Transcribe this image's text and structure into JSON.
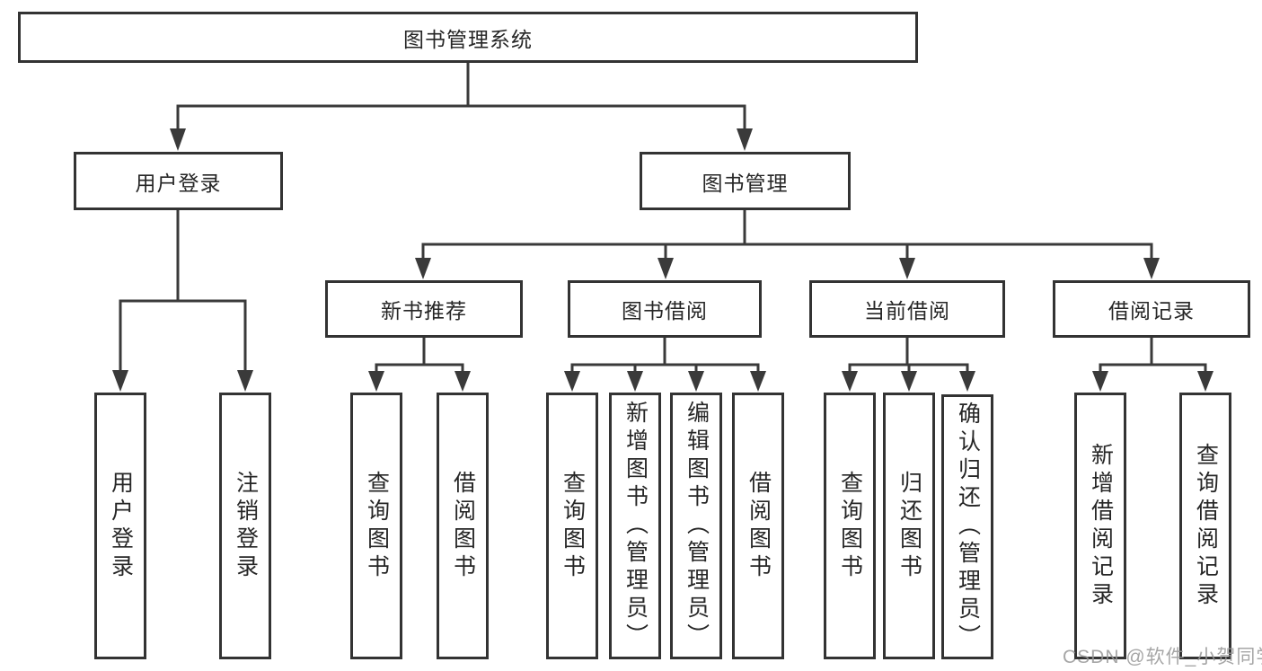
{
  "diagram": {
    "title": "图书管理系统",
    "colors": {
      "line": "#3a3a3a",
      "border": "#333333",
      "text": "#262626",
      "background": "#ffffff",
      "watermark": "#969696"
    },
    "root": {
      "label": "图书管理系统"
    },
    "branches": [
      {
        "label": "用户登录",
        "children": [
          {
            "label": "用户登录"
          },
          {
            "label": "注销登录"
          }
        ]
      },
      {
        "label": "图书管理",
        "children": [
          {
            "label": "新书推荐",
            "children": [
              {
                "label": "查询图书"
              },
              {
                "label": "借阅图书"
              }
            ]
          },
          {
            "label": "图书借阅",
            "children": [
              {
                "label": "查询图书"
              },
              {
                "label": "新增图书（管理员）"
              },
              {
                "label": "编辑图书（管理员）"
              },
              {
                "label": "借阅图书"
              }
            ]
          },
          {
            "label": "当前借阅",
            "children": [
              {
                "label": "查询图书"
              },
              {
                "label": "归还图书"
              },
              {
                "label": "确认归还（管理员）"
              }
            ]
          },
          {
            "label": "借阅记录",
            "children": [
              {
                "label": "新增借阅记录"
              },
              {
                "label": "查询借阅记录"
              }
            ]
          }
        ]
      }
    ],
    "watermark": "CSDN @软件_小贺同学"
  }
}
